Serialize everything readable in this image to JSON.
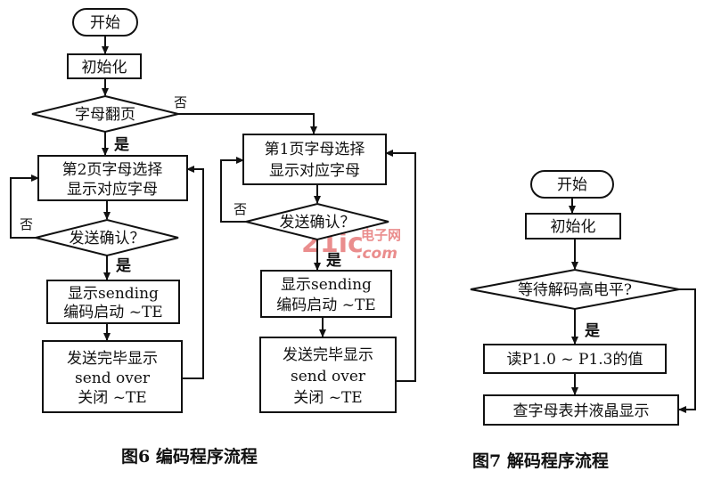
{
  "watermark": {
    "main": "21ic",
    "site": "电子网",
    "domain": ".com",
    "color": "#e77a7a"
  },
  "fig6": {
    "start": "开始",
    "init": "初始化",
    "page_flip": "字母翻页",
    "no": "否",
    "yes": "是",
    "left": {
      "select_line1": "第2页字母选择",
      "select_line2": "显示对应字母",
      "confirm": "发送确认？",
      "no": "否",
      "yes": "是",
      "sending_line1": "显示sending",
      "sending_line2": "编码启动 ~TE",
      "done_line1": "发送完毕显示",
      "done_line2": "send over",
      "done_line3": "关闭 ~TE"
    },
    "right": {
      "select_line1": "第1页字母选择",
      "select_line2": "显示对应字母",
      "confirm": "发送确认？",
      "no": "否",
      "yes": "是",
      "sending_line1": "显示sending",
      "sending_line2": "编码启动 ~TE",
      "done_line1": "发送完毕显示",
      "done_line2": "send over",
      "done_line3": "关闭 ~TE"
    },
    "caption": "图6  编码程序流程"
  },
  "fig7": {
    "start": "开始",
    "init": "初始化",
    "wait": "等待解码高电平?",
    "yes": "是",
    "read": "读P1.0 ~ P1.3的值",
    "lookup": "查字母表并液晶显示",
    "caption": "图7  解码程序流程"
  }
}
